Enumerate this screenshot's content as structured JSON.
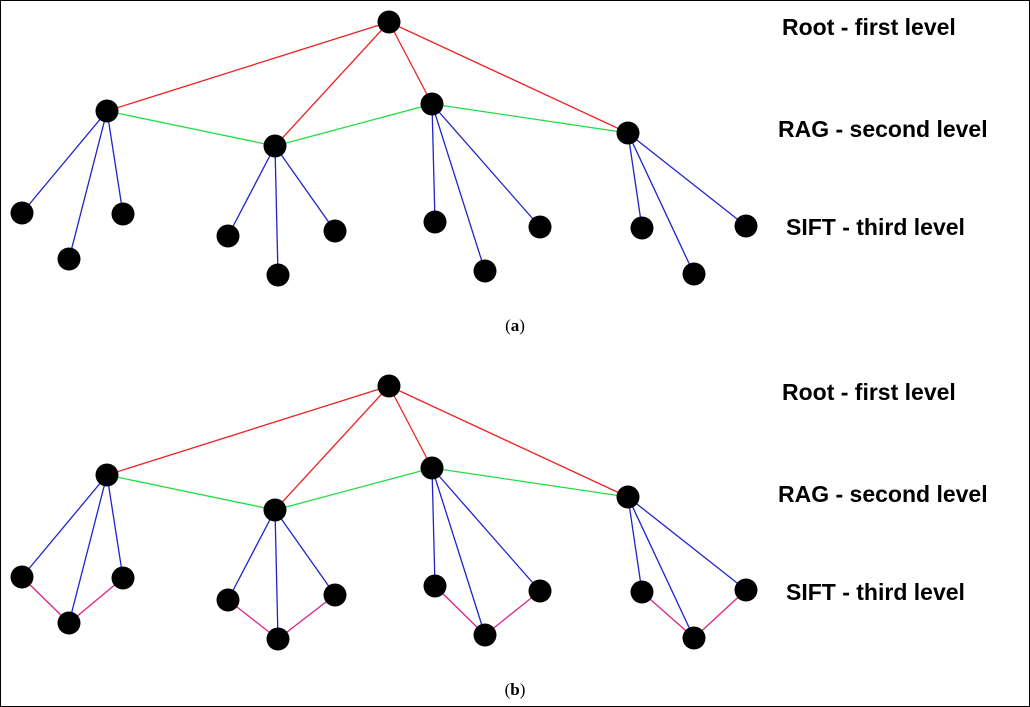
{
  "colors": {
    "root_edge": "#ee2222",
    "rag_edge": "#22dd44",
    "sift_edge": "#2222cc",
    "sift_link": "#dd2288",
    "node": "#000000"
  },
  "panels": [
    {
      "id": "a",
      "caption_letter": "a",
      "labels": {
        "first": "Root - first level",
        "second": "RAG - second level",
        "third": "SIFT - third level"
      },
      "sift_links": false
    },
    {
      "id": "b",
      "caption_letter": "b",
      "labels": {
        "first": "Root - first level",
        "second": "RAG - second level",
        "third": "SIFT - third level"
      },
      "sift_links": true
    }
  ]
}
